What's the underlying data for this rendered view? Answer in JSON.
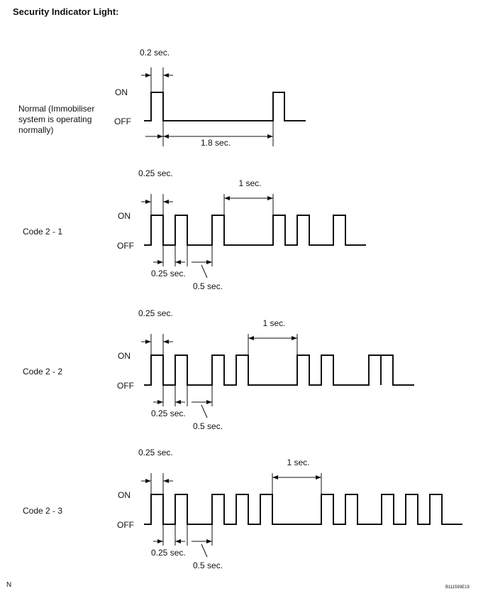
{
  "title": "Security Indicator Light:",
  "footer": {
    "left": "N",
    "right": "B111593E19"
  },
  "level_labels": {
    "on": "ON",
    "off": "OFF"
  },
  "diagrams": [
    {
      "id": "normal",
      "name_lines": [
        "Normal (Immobiliser",
        "system is operating",
        "normally)"
      ],
      "pulse_width_label": "0.2 sec.",
      "period_label": "1.8 sec."
    },
    {
      "id": "code-2-1",
      "name_lines": [
        "Code 2 - 1"
      ],
      "pulse_width_label": "0.25 sec.",
      "off_gap_label": "0.25 sec.",
      "short_pause_label": "0.5 sec.",
      "long_pause_label": "1 sec."
    },
    {
      "id": "code-2-2",
      "name_lines": [
        "Code 2 - 2"
      ],
      "pulse_width_label": "0.25 sec.",
      "off_gap_label": "0.25 sec.",
      "short_pause_label": "0.5 sec.",
      "long_pause_label": "1 sec."
    },
    {
      "id": "code-2-3",
      "name_lines": [
        "Code 2 - 3"
      ],
      "pulse_width_label": "0.25 sec.",
      "off_gap_label": "0.25 sec.",
      "short_pause_label": "0.5 sec.",
      "long_pause_label": "1 sec."
    }
  ]
}
